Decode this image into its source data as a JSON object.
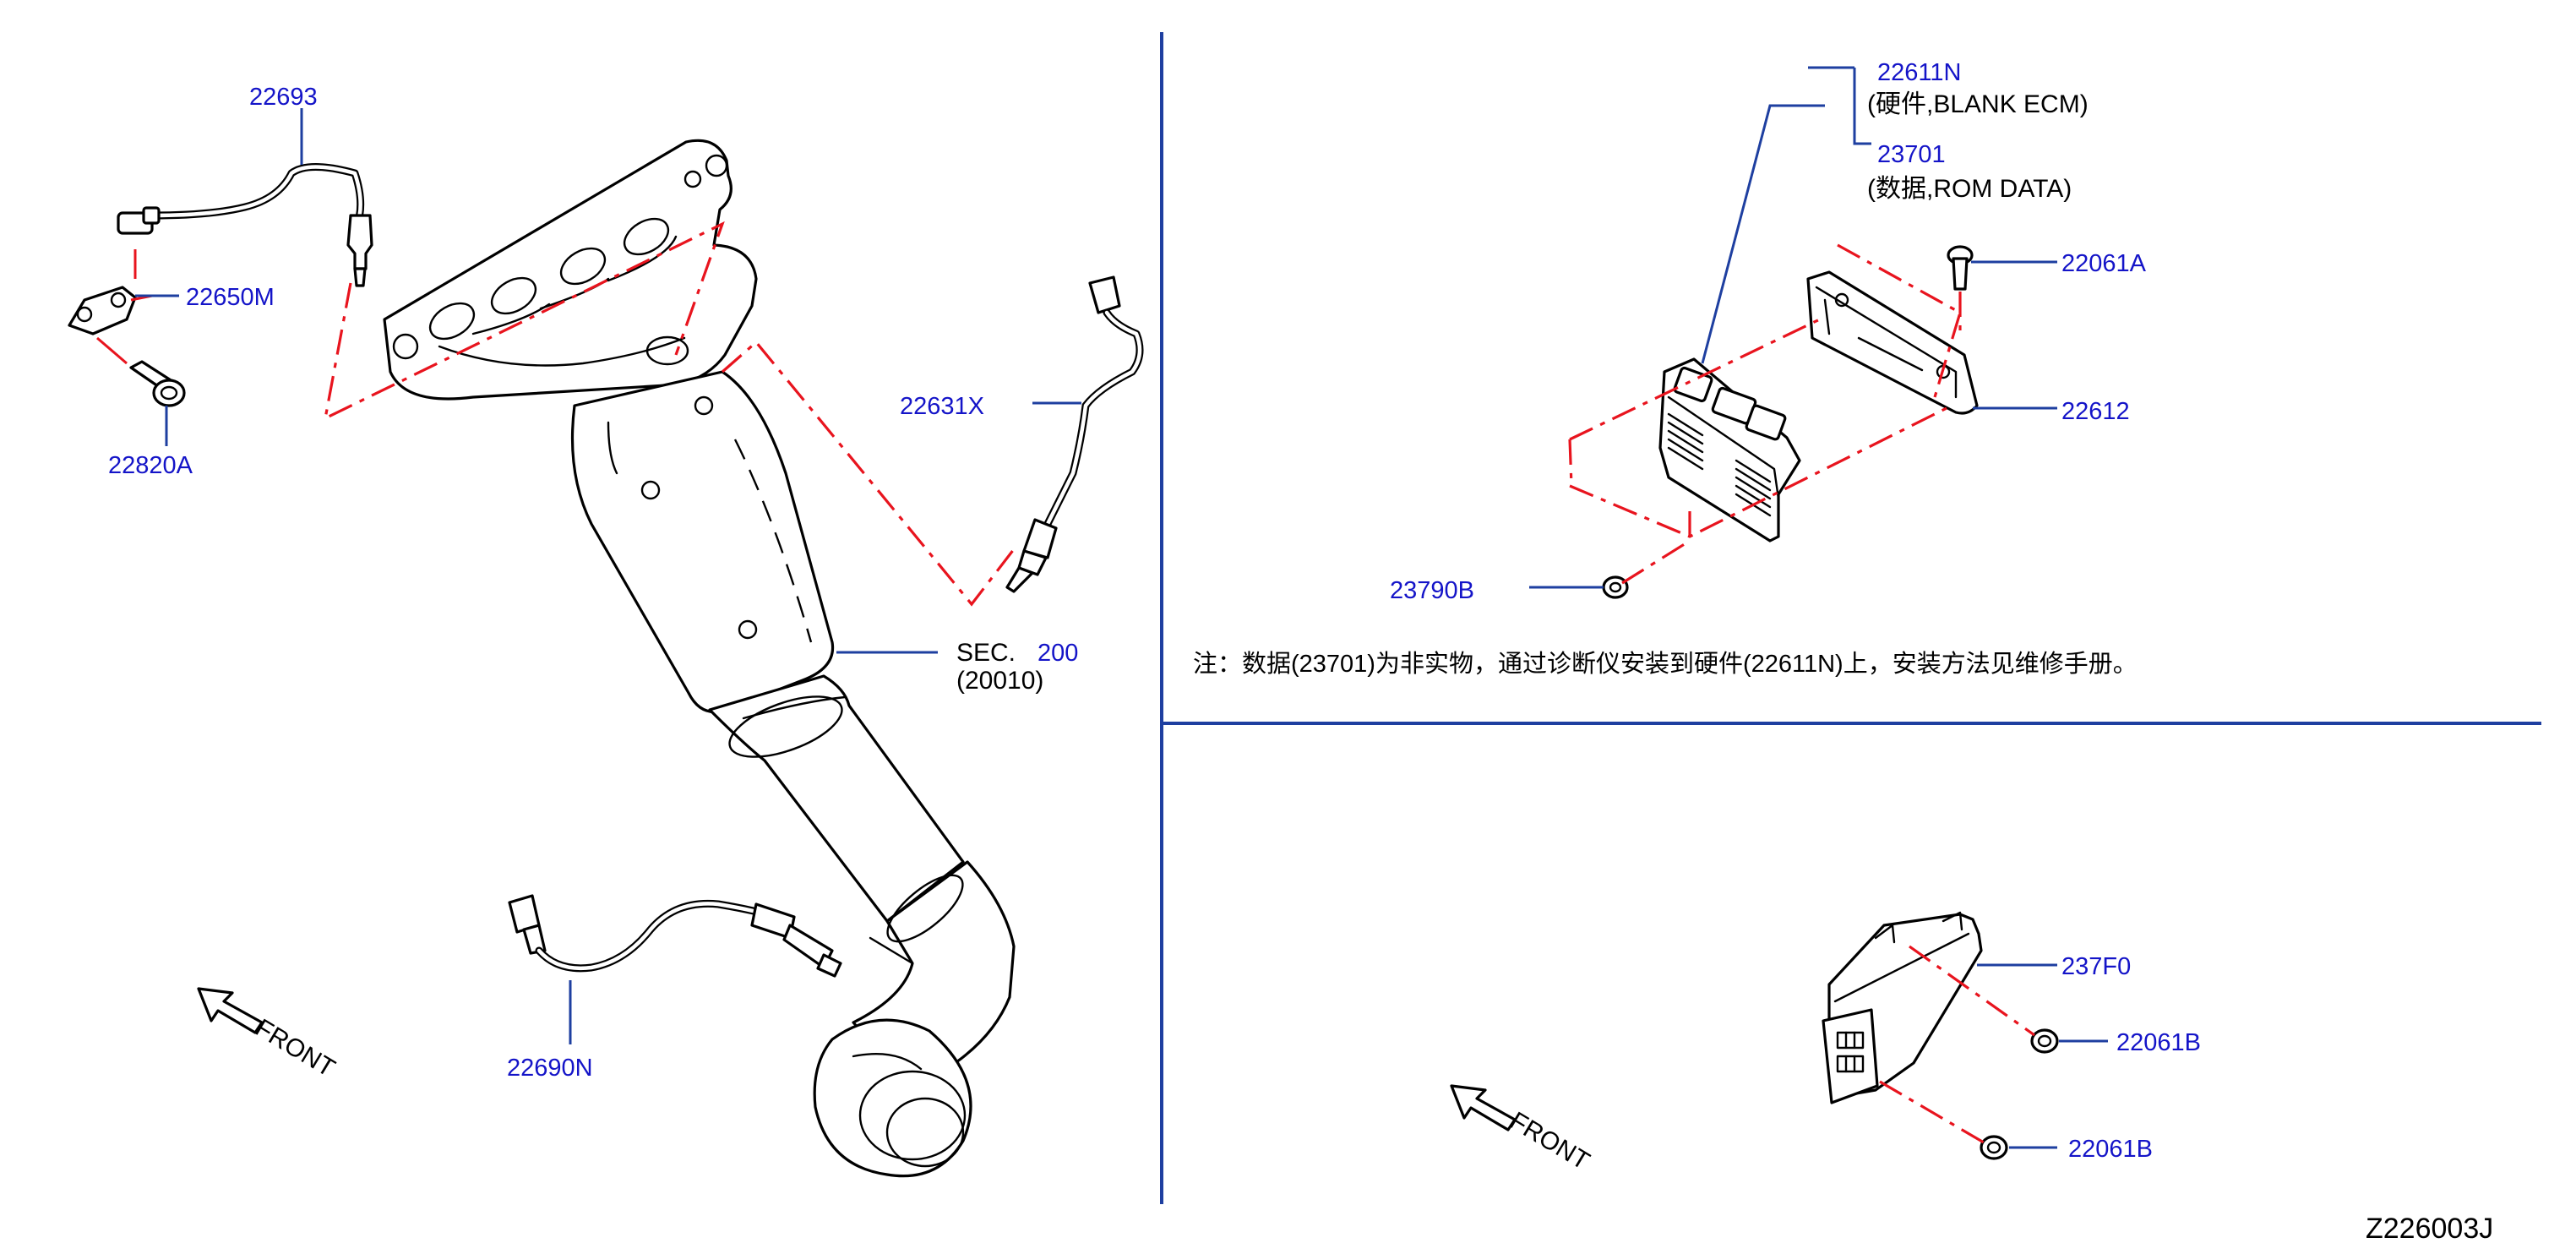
{
  "colors": {
    "part_number": "#1414c8",
    "leader": "#1e3fa0",
    "dash": "#e8141e",
    "outline": "#000000",
    "background": "#ffffff"
  },
  "labels": {
    "p22693": "22693",
    "p22650M": "22650M",
    "p22820A": "22820A",
    "p22631X": "22631X",
    "p22690N": "22690N",
    "sec_prefix": "SEC.",
    "sec_number": "200",
    "sec_ref": "(20010)",
    "p22611N": "22611N",
    "p22611N_desc": "(硬件,BLANK   ECM)",
    "p23701": "23701",
    "p23701_desc": "(数据,ROM   DATA)",
    "p22061A": "22061A",
    "p22612": "22612",
    "p23790B": "23790B",
    "note": "注：数据(23701)为非实物，通过诊断仪安装到硬件(22611N)上，安装方法见维修手册。",
    "p237F0": "237F0",
    "p22061B_upper": "22061B",
    "p22061B_lower": "22061B",
    "front_left": "FRONT",
    "front_right": "FRONT",
    "diagram_id": "Z226003J"
  }
}
